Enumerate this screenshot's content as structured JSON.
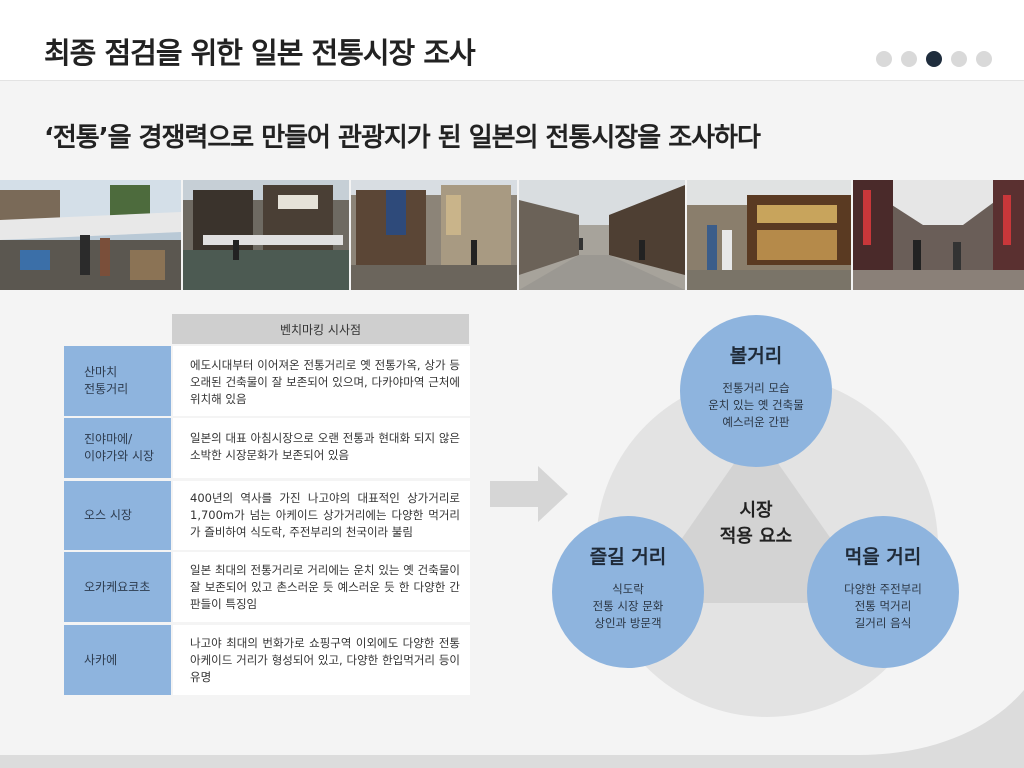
{
  "header": {
    "title": "최종 점검을 위한 일본 전통시장 조사",
    "pagination": {
      "total": 5,
      "active_index": 2
    }
  },
  "subtitle": "‘전통’을 경쟁력으로 만들어 관광지가 된 일본의 전통시장을 조사하다",
  "photos": [
    "market-photo",
    "street-photo",
    "shop-photo",
    "road-photo",
    "arcade-photo",
    "covered-street-photo"
  ],
  "table": {
    "header": "벤치마킹 시사점",
    "rows": [
      {
        "name": "산마치\n전통거리",
        "desc": "에도시대부터 이어져온 전통거리로 옛 전통가옥, 상가 등 오래된 건축물이 잘 보존되어 있으며, 다카야마역 근처에 위치해 있음"
      },
      {
        "name": "진야마에/\n이야가와 시장",
        "desc": "일본의 대표 아침시장으로 오랜 전통과 현대화 되지 않은 소박한 시장문화가 보존되어 있음"
      },
      {
        "name": "오스 시장",
        "desc": "400년의 역사를 가진 나고야의 대표적인 상가거리로 1,700m가 넘는 아케이드 상가거리에는 다양한 먹거리가 즐비하여 식도락, 주전부리의 천국이라 불림"
      },
      {
        "name": "오카케요코초",
        "desc": "일본 최대의 전통거리로 거리에는 운치 있는 옛 건축물이 잘 보존되어 있고 촌스러운 듯 예스러운 듯 한 다양한 간판들이 특징임"
      },
      {
        "name": "사카에",
        "desc": "나고야 최대의 번화가로 쇼핑구역 이외에도 다양한 전통 아케이드 거리가 형성되어 있고, 다양한 한입먹거리 등이 유명"
      }
    ]
  },
  "diagram": {
    "center": "시장\n적용 요소",
    "top": {
      "title": "볼거리",
      "items": [
        "전통거리 모습",
        "운치 있는 옛 건축물",
        "예스러운 간판"
      ]
    },
    "left": {
      "title": "즐길 거리",
      "items": [
        "식도락",
        "전통 시장 문화",
        "상인과 방문객"
      ]
    },
    "right": {
      "title": "먹을 거리",
      "items": [
        "다양한 주전부리",
        "전통 먹거리",
        "길거리 음식"
      ]
    }
  },
  "colors": {
    "accent_blue": "#8eb4de",
    "dark_navy": "#1f2d3d",
    "header_gray": "#cfcfcf",
    "circle_gray": "#e3e3e3",
    "triangle_gray": "#d3d3d3"
  }
}
